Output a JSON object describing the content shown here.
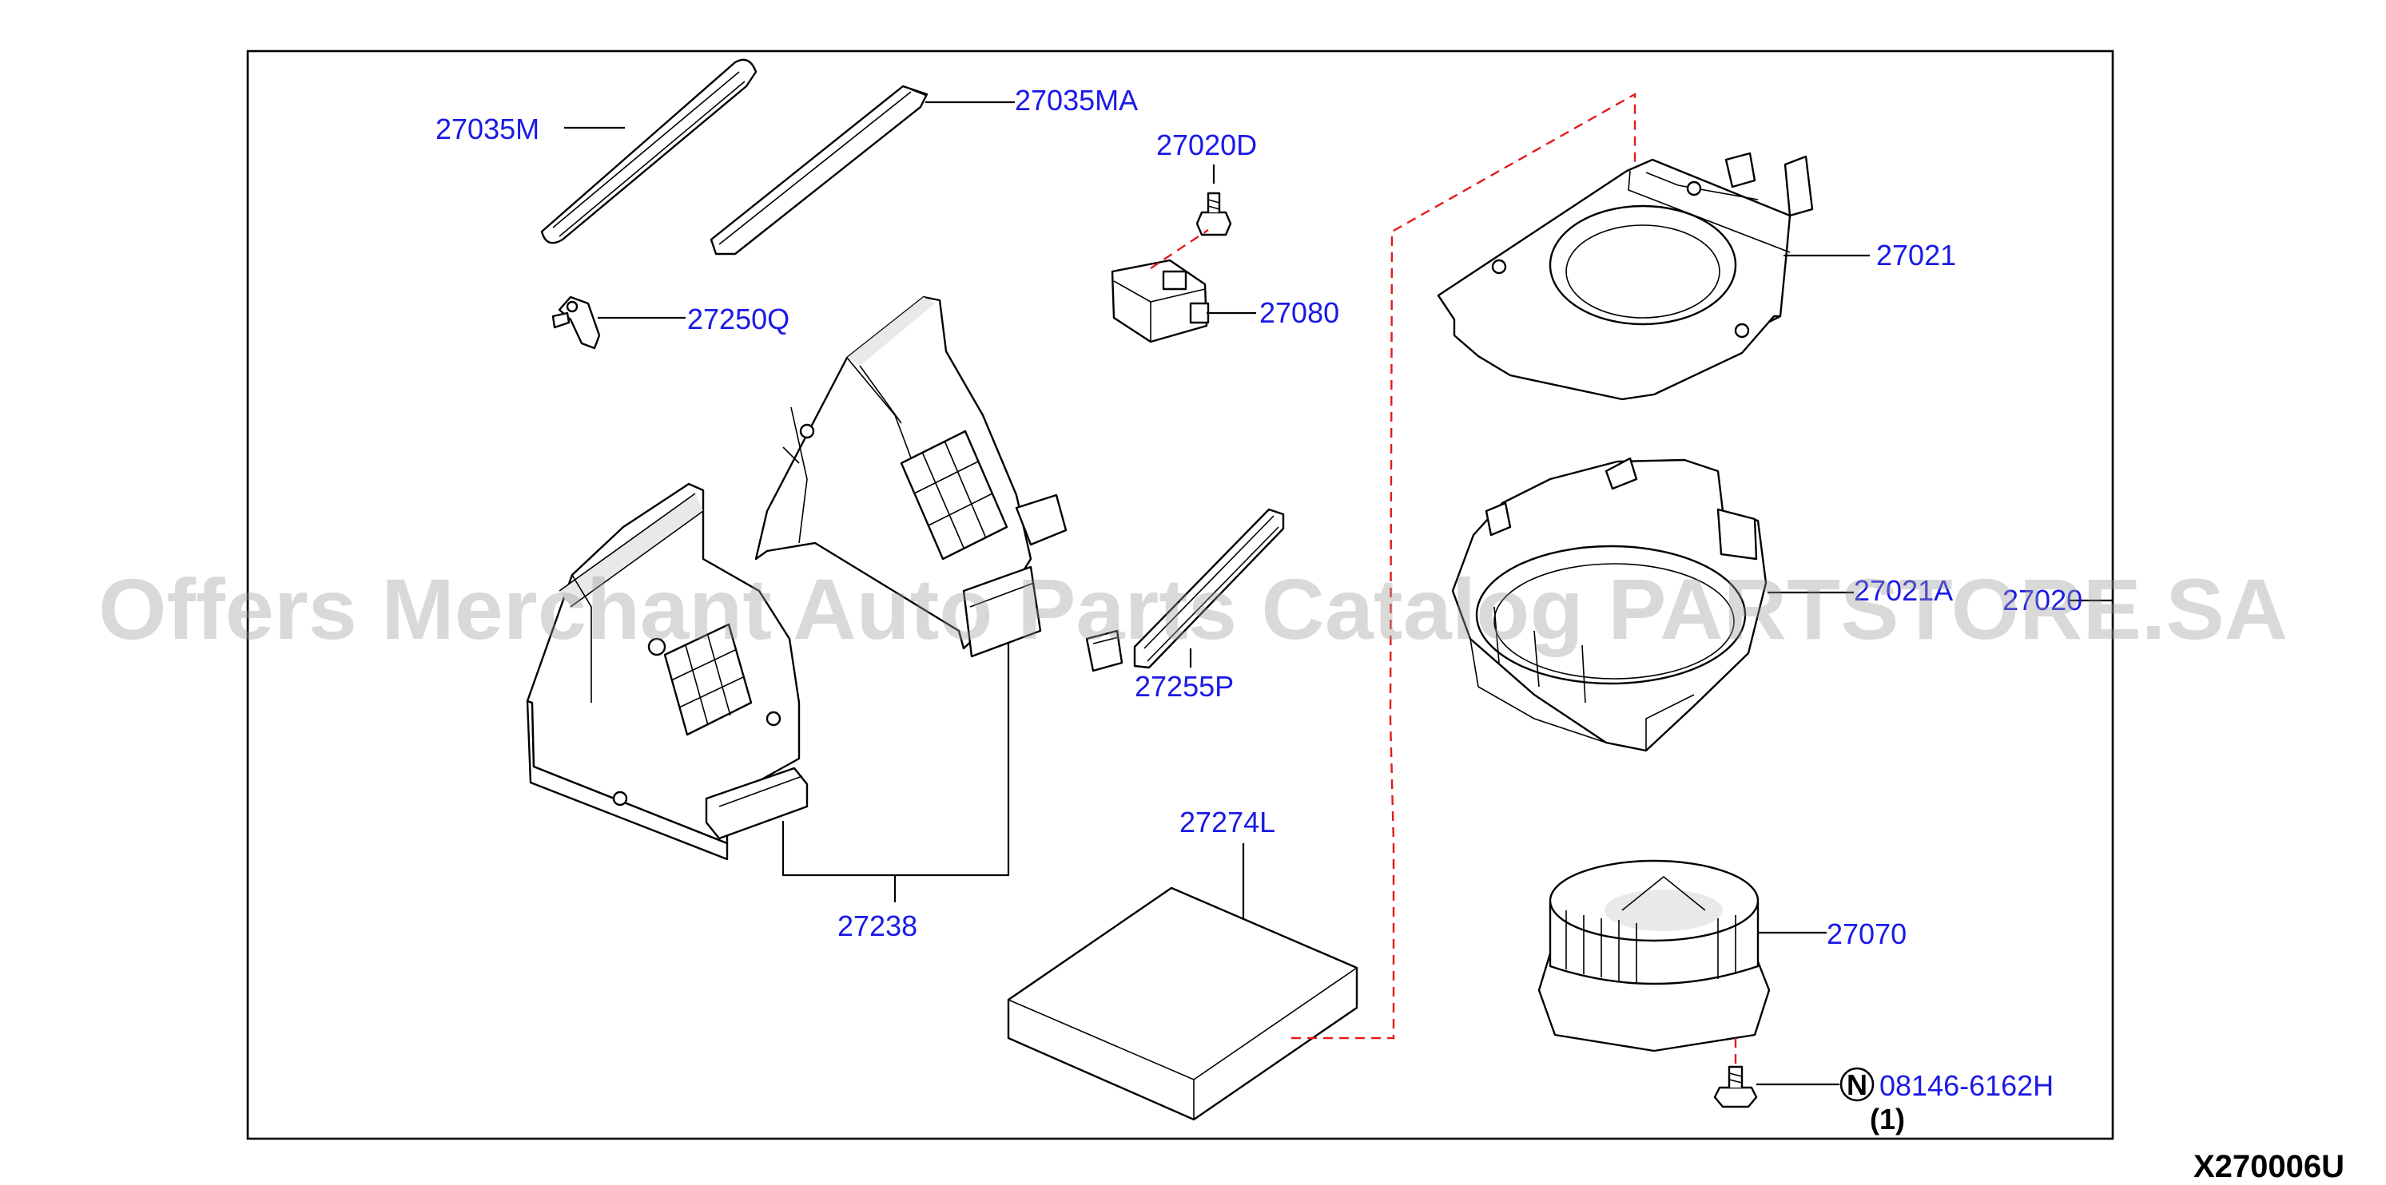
{
  "diagram_code": "X270006U",
  "watermark": "Offers Merchant Auto Parts Catalog PARTSTORE.SA",
  "parts": {
    "p27035M": "27035M",
    "p27035MA": "27035MA",
    "p27020D": "27020D",
    "p27080": "27080",
    "p27250Q": "27250Q",
    "p27021": "27021",
    "p27021A": "27021A",
    "p27020": "27020",
    "p27255P": "27255P",
    "p27274L": "27274L",
    "p27238": "27238",
    "p27070": "27070",
    "p08146": "08146-6162H"
  },
  "fastener_symbol": "N",
  "quantity_note": "(1)",
  "colors": {
    "part_label": "#1a1ae6",
    "dashed_leader": "#e31b1b",
    "watermark": "#9a9a9a"
  }
}
